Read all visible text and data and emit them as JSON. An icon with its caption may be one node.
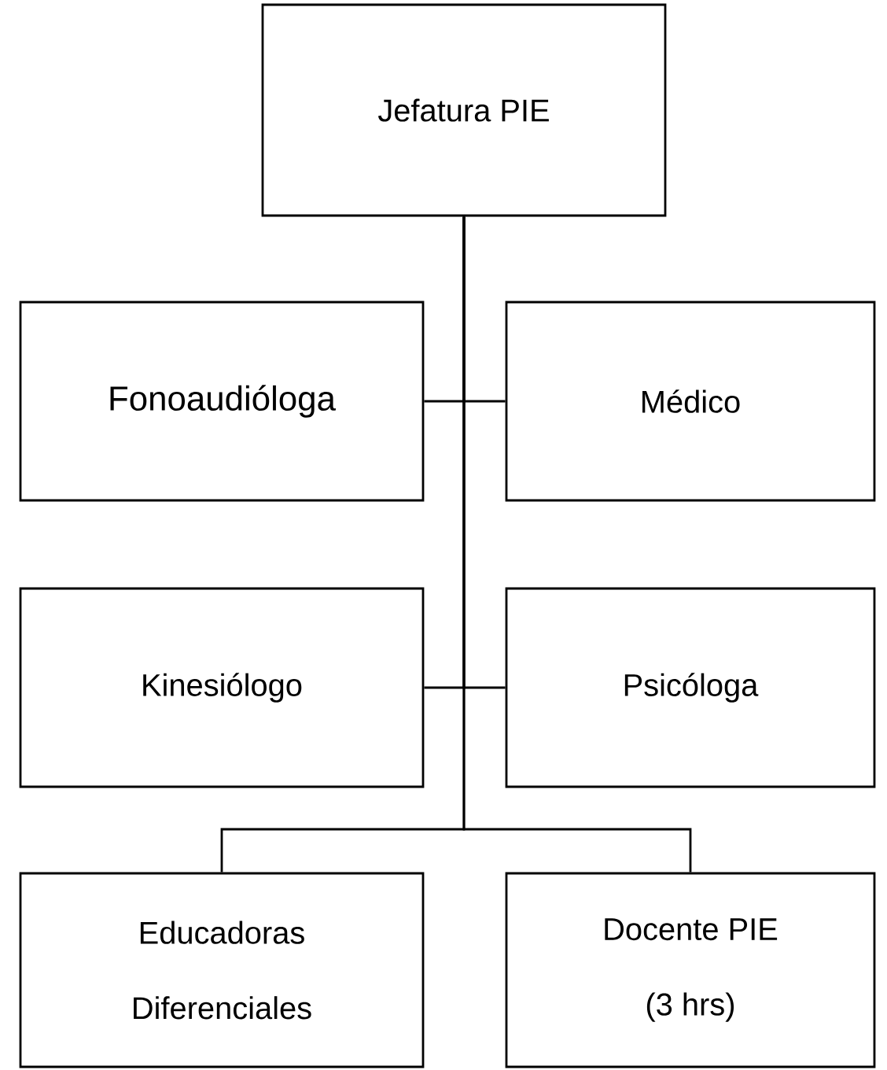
{
  "diagram": {
    "nodes": [
      {
        "text": [
          "Jefatura PIE"
        ]
      },
      {
        "text": [
          "Fonoaudióloga"
        ]
      },
      {
        "text": [
          "Médico"
        ]
      },
      {
        "text": [
          "Kinesiólogo"
        ]
      },
      {
        "text": [
          "Psicóloga"
        ]
      },
      {
        "text": [
          "Educadoras Diferenciales"
        ]
      },
      {
        "text": [
          "Docente PIE (3 hrs)"
        ]
      }
    ],
    "edges": [
      {
        "from": 0,
        "to": 1,
        "arrow": "none"
      },
      {
        "from": 0,
        "to": 2,
        "arrow": "none"
      },
      {
        "from": 0,
        "to": 3,
        "arrow": "none"
      },
      {
        "from": 0,
        "to": 4,
        "arrow": "none"
      },
      {
        "from": 0,
        "to": 5,
        "arrow": "none"
      },
      {
        "from": 0,
        "to": 6,
        "arrow": "none"
      }
    ]
  }
}
